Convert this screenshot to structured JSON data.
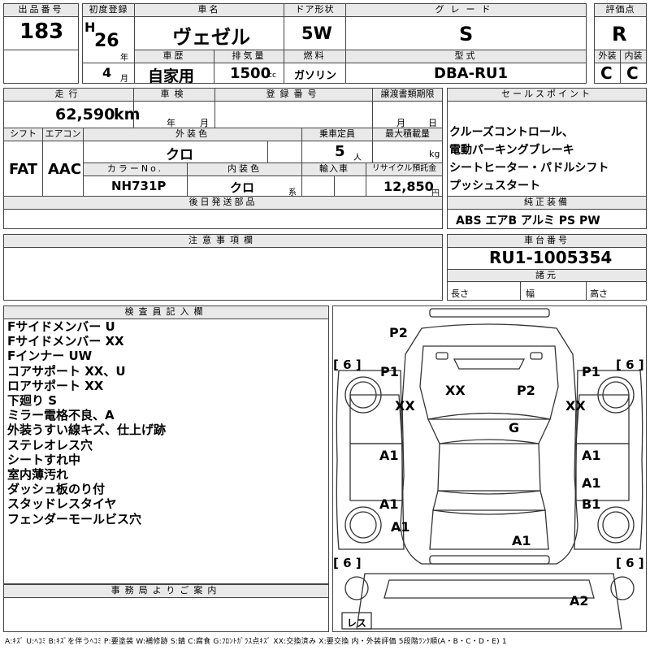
{
  "headers": {
    "lot_no": "出品番号",
    "first_reg": "初度登録",
    "car_name": "車名",
    "door": "ドア形状",
    "grade": "グレード",
    "score": "評価点",
    "history": "車歴",
    "displacement": "排気量",
    "fuel": "燃料",
    "model": "型式",
    "exterior": "外装",
    "interior": "内装",
    "mileage": "走行",
    "shaken": "車検",
    "reg_no": "登録番号",
    "transfer": "譲渡書類期限",
    "sales_points": "セールスポイント",
    "shift": "シフト",
    "aircon": "エアコン",
    "ext_color": "外装色",
    "capacity": "乗車定員",
    "max_load": "最大積載量",
    "color_no": "カラーNo.",
    "int_color": "内装色",
    "import": "輸入車",
    "recycle": "リサイクル預託金",
    "later_parts": "後日発送部品",
    "standard_equipment": "純正装備",
    "notes": "注意事項欄",
    "chassis_no": "車台番号",
    "specs": "諸元",
    "inspector": "検査員記入欄",
    "office": "事務局よりご案内"
  },
  "vehicle": {
    "lot_no": "183",
    "era": "H",
    "year": "26",
    "year_unit": "年",
    "month": "4",
    "month_unit": "月",
    "car_name": "ヴェゼル",
    "door": "5W",
    "grade": "S",
    "score": "R",
    "history": "自家用",
    "displacement": "1500",
    "displacement_unit": "cc",
    "fuel": "ガソリン",
    "model": "DBA-RU1",
    "exterior_score": "C",
    "interior_score": "C",
    "mileage": "62,590",
    "mileage_unit": "km",
    "shaken_year": "年",
    "shaken_month": "月",
    "transfer_month": "月",
    "transfer_day": "日",
    "shift": "FAT",
    "aircon": "AAC",
    "ext_color": "クロ",
    "capacity": "5",
    "capacity_unit": "人",
    "max_load_unit": "kg",
    "color_no": "NH731P",
    "int_color": "クロ",
    "int_color_unit": "系",
    "recycle": "12,850",
    "recycle_unit": "円",
    "chassis_no": "RU1-1005354",
    "length_label": "長さ",
    "width_label": "幅",
    "height_label": "高さ"
  },
  "sales_points": [
    "クルーズコントロール、",
    "電動パーキングブレーキ",
    "シートヒーター・パドルシフト",
    "プッシュスタート"
  ],
  "standard_equipment": "ABS エアB アルミ PS PW",
  "inspector_notes": [
    "Fサイドメンバー U",
    "Fサイドメンバー XX",
    "Fインナー UW",
    "コアサポート XX、U",
    "ロアサポート XX",
    "下廻り S",
    "ミラー電格不良、A",
    "外装うすい線キズ、仕上げ跡",
    "ステレオレス穴",
    "シートすれ中",
    "室内薄汚れ",
    "ダッシュ板のり付",
    "スタッドレスタイヤ",
    "フェンダーモールビス穴"
  ],
  "diagram": {
    "marks": {
      "p2_front": "P2",
      "p1_left": "P1",
      "p1_right": "P1",
      "xx_left": "XX",
      "xx_hood": "XX",
      "p2_hood": "P2",
      "xx_right": "XX",
      "g_windshield": "G",
      "a1_left_front_door": "A1",
      "a1_right_front_door": "A1",
      "a1_left_rear_door": "A1",
      "a1_right_rear_door": "A1",
      "b1_right_rear_door": "B1",
      "a1_left_rear_fender": "A1",
      "a1_roof_rear": "A1",
      "a2_rear": "A2",
      "tire_fl": "6",
      "tire_fr": "6",
      "tire_rl": "6",
      "tire_rr": "6",
      "spare": "レス"
    }
  },
  "legend": "A:ｷｽﾞ U:ﾍｺﾐ B:ｷｽﾞを伴うﾍｺﾐ P:要塗装 W:補修跡 S:錆 C:腐食 G:ﾌﾛﾝﾄｶﾞﾗｽ点ｷｽﾞ XX:交換済み X:要交換 内・外装評価 5段階ﾗﾝｸ順(A・B・C・D・E) 1"
}
